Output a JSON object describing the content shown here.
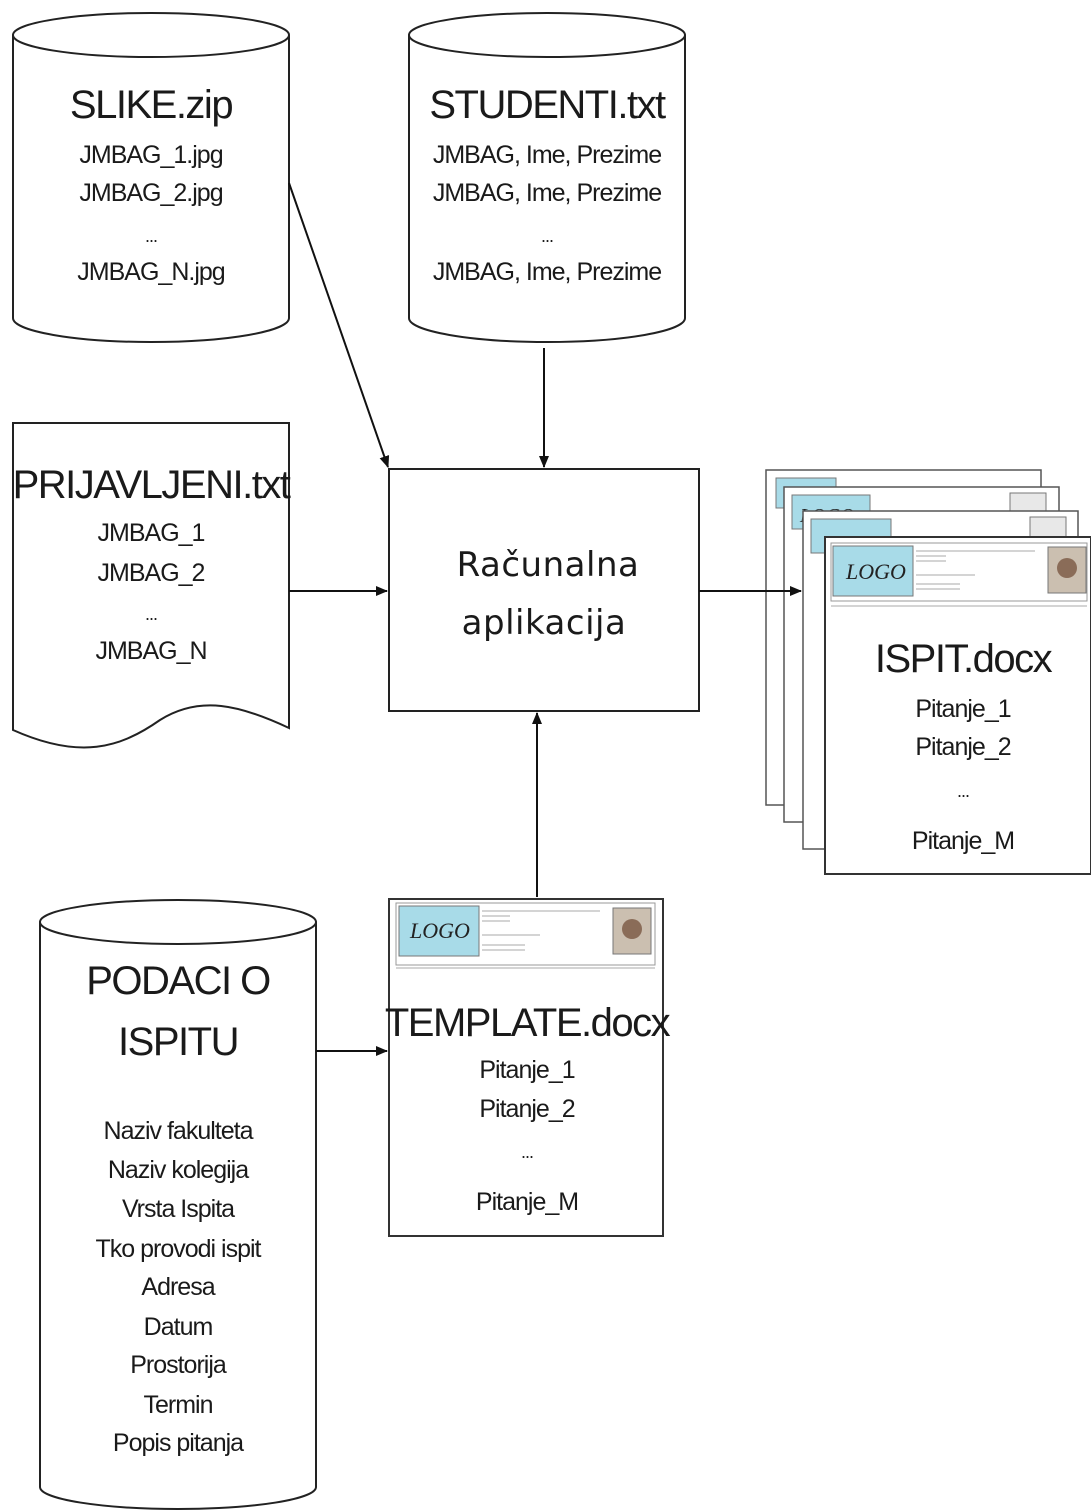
{
  "slike": {
    "title": "SLIKE.zip",
    "lines": [
      "JMBAG_1.jpg",
      "JMBAG_2.jpg",
      "...",
      "JMBAG_N.jpg"
    ]
  },
  "studenti": {
    "title": "STUDENTI.txt",
    "lines": [
      "JMBAG, Ime, Prezime",
      "JMBAG, Ime, Prezime",
      "...",
      "JMBAG, Ime, Prezime"
    ]
  },
  "prijavljeni": {
    "title": "PRIJAVLJENI.txt",
    "lines": [
      "JMBAG_1",
      "JMBAG_2",
      "...",
      "JMBAG_N"
    ]
  },
  "app": {
    "label_line1": "Računalna",
    "label_line2": "aplikacija"
  },
  "ispit": {
    "title": "ISPIT.docx",
    "logo": "LOGO",
    "lines": [
      "Pitanje_1",
      "Pitanje_2",
      "...",
      "Pitanje_M"
    ]
  },
  "template": {
    "title": "TEMPLATE.docx",
    "logo": "LOGO",
    "lines": [
      "Pitanje_1",
      "Pitanje_2",
      "...",
      "Pitanje_M"
    ]
  },
  "podaci": {
    "title_line1": "PODACI O",
    "title_line2": "ISPITU",
    "lines": [
      "Naziv fakulteta",
      "Naziv kolegija",
      "Vrsta Ispita",
      "Tko provodi ispit",
      "Adresa",
      "Datum",
      "Prostorija",
      "Termin",
      "Popis pitanja"
    ]
  },
  "colors": {
    "logo_bg": "#a8dbe8",
    "stroke": "#222222"
  }
}
